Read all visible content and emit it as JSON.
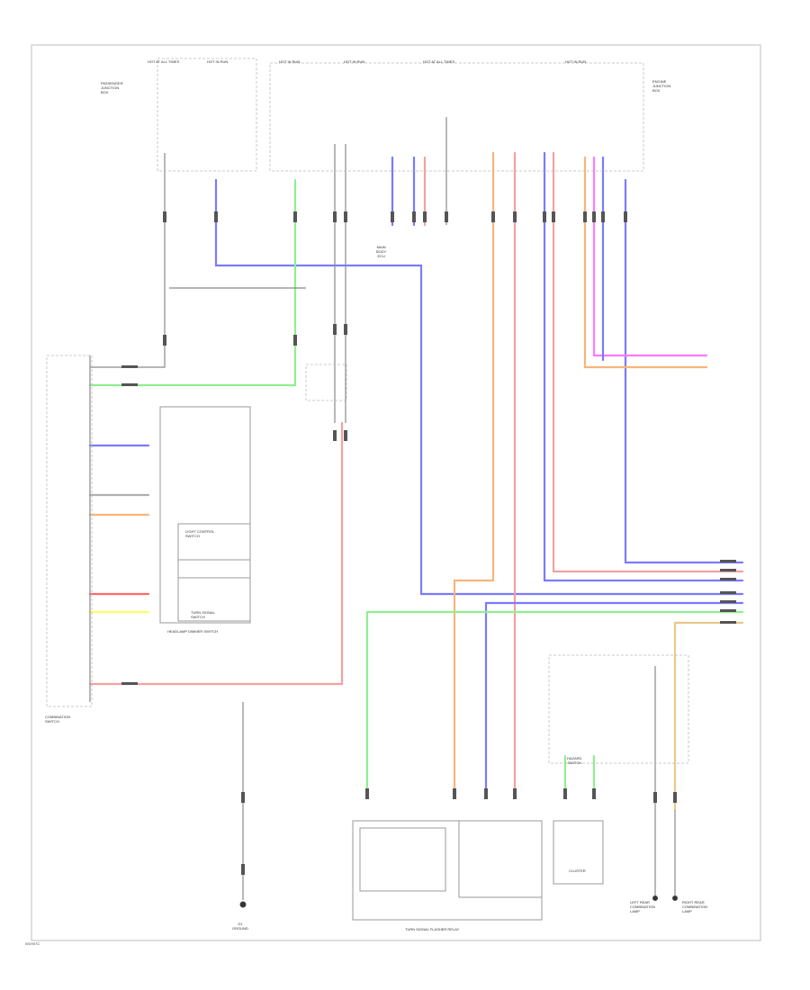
{
  "diagram": {
    "fuse_labels": [
      "HOT AT ALL TIMES",
      "HOT IN RUN",
      "HOT IN RUN",
      "HOT IN RUN",
      "HOT AT ALL TIMES",
      "HOT IN RUN"
    ],
    "component_labels": {
      "passenger_fuse_box": "PASSENGER\nJUNCTION\nBOX",
      "engine_fuse_box": "ENGINE\nJUNCTION\nBOX",
      "main_body_ecu": "MAIN\nBODY\nECU",
      "combination_switch": "COMBINATION\nSWITCH",
      "headlamp_dimmer_switch": "HEADLAMP DIMMER SWITCH",
      "light_control_switch": "LIGHT CONTROL\nSWITCH",
      "turn_signal_switch": "TURN SIGNAL\nSWITCH",
      "hazard_switch": "HAZARD\nSWITCH",
      "turn_signal_flasher": "TURN SIGNAL FLASHER RELAY",
      "cluster": "CLUSTER",
      "left_rear_lamp": "LEFT REAR\nCOMBINATION\nLAMP",
      "right_rear_lamp": "RIGHT REAR\nCOMBINATION\nLAMP",
      "ground": "G1\nGROUND"
    }
  },
  "footer": {
    "code": "W1H07C"
  },
  "wires": {
    "colors": {
      "blue": "#7a7aff",
      "green": "#8ff08f",
      "orange": "#f7b57a",
      "pink": "#f5a0a0",
      "violet": "#ff7aff",
      "tan": "#e8c98a",
      "yellow": "#ffff66",
      "gray": "#b0b0b0",
      "dark": "#555555"
    }
  }
}
